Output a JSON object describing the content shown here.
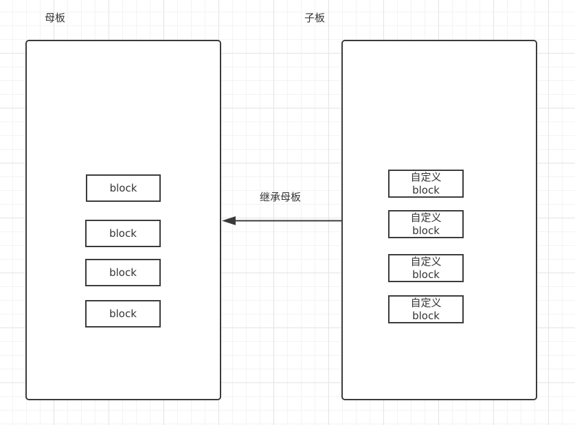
{
  "labels": {
    "mother_board": "母板",
    "child_board": "子板",
    "inherit": "继承母板"
  },
  "mother_blocks": [
    {
      "label": "block"
    },
    {
      "label": "block"
    },
    {
      "label": "block"
    },
    {
      "label": "block"
    }
  ],
  "child_blocks": [
    {
      "line1": "自定义",
      "line2": "block"
    },
    {
      "line1": "自定义",
      "line2": "block"
    },
    {
      "line1": "自定义",
      "line2": "block"
    },
    {
      "line1": "自定义",
      "line2": "block"
    }
  ],
  "colors": {
    "stroke": "#3a3a3a",
    "text": "#333333",
    "grid_major": "#e3e3e3",
    "grid_minor": "#f3f3f3"
  }
}
